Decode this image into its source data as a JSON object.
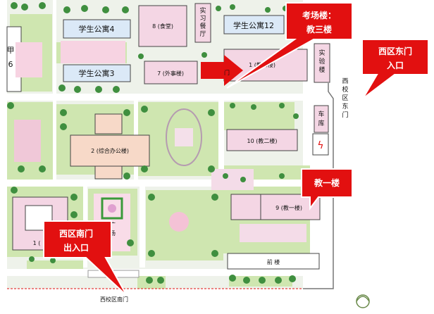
{
  "buildings": {
    "dorm4": "学生公寓4",
    "dorm3": "学生公寓3",
    "dorm12": "学生公寓12",
    "canteen": "8 (食堂)",
    "practice_hall": [
      "实",
      "习",
      "餐",
      "厅"
    ],
    "foreign_affairs": "7 (外事楼)",
    "teaching3": "1  (教三楼)",
    "lab": [
      "实",
      "验",
      "楼"
    ],
    "admin": "2 (综合办公楼)",
    "teaching2": "10 (教二楼)",
    "garage": [
      "车",
      "库"
    ],
    "teaching1": "9 (教一楼)",
    "front_building": "前  楼",
    "jia6": [
      "甲",
      "6"
    ],
    "left_building": "1 (",
    "square": [
      "广",
      "场"
    ],
    "door_small": "门"
  },
  "callouts": {
    "exam": [
      "考场楼：",
      "教三楼"
    ],
    "east_gate": [
      "西区东门",
      "入口"
    ],
    "teaching1": "教一楼",
    "south_gate": [
      "西区南门",
      "出入口"
    ]
  },
  "labels": {
    "east_gate_road": [
      "西",
      "校",
      "区",
      "东",
      "门"
    ],
    "south_gate_road": "西校区南门"
  },
  "colors": {
    "building_pink": "#f4d6e4",
    "building_blue": "#dbe9f7",
    "callout_red": "#e21010",
    "grass_green": "#cfe6b0",
    "tree_green": "#2f7d2f"
  },
  "icons": {
    "arrow": "red-arrow-icon",
    "power": "lightning-icon"
  }
}
